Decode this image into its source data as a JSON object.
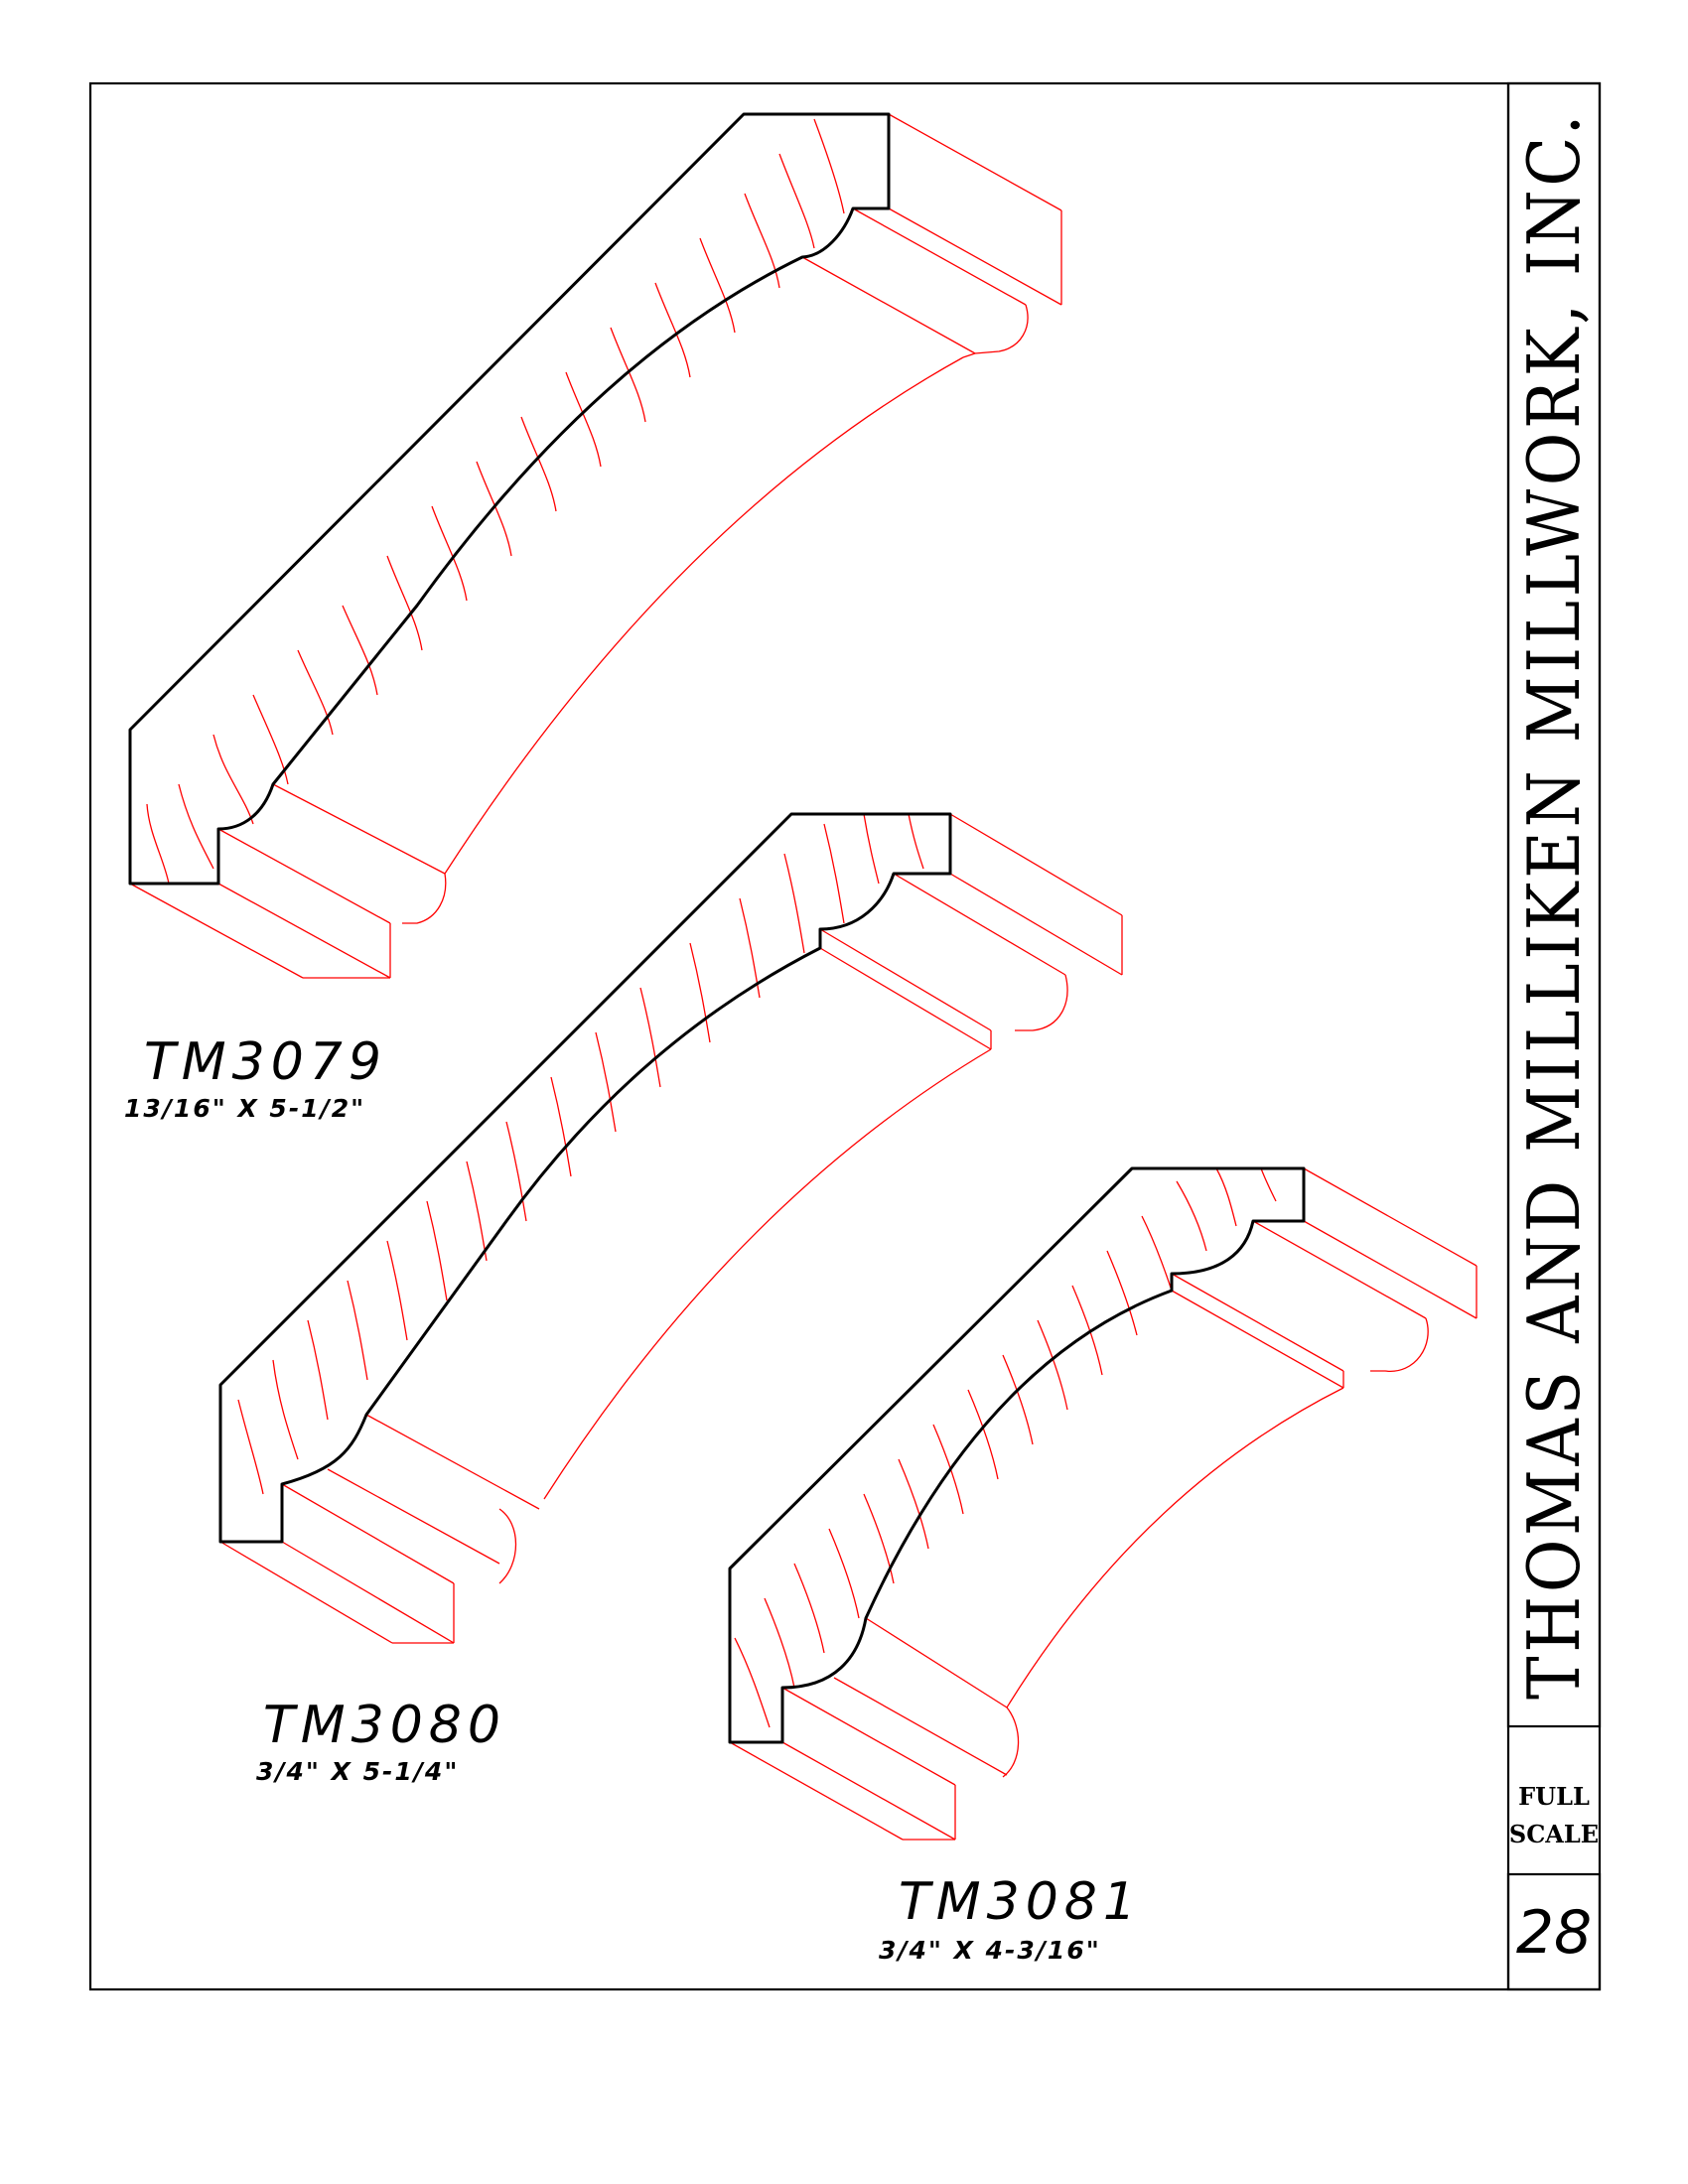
{
  "company": "THOMAS AND MILLIKEN MILLWORK, INC.",
  "scale_note": [
    "FULL",
    "SCALE"
  ],
  "page_number": "28",
  "profiles": [
    {
      "name": "TM3079",
      "size": "13/16\"  X  5-1/2\""
    },
    {
      "name": "TM3080",
      "size": "3/4\"  X  5-1/4\""
    },
    {
      "name": "TM3081",
      "size": "3/4\"  X  4-3/16\""
    }
  ],
  "colors": {
    "outline": "#000000",
    "profile_lines": "#ff0000"
  }
}
